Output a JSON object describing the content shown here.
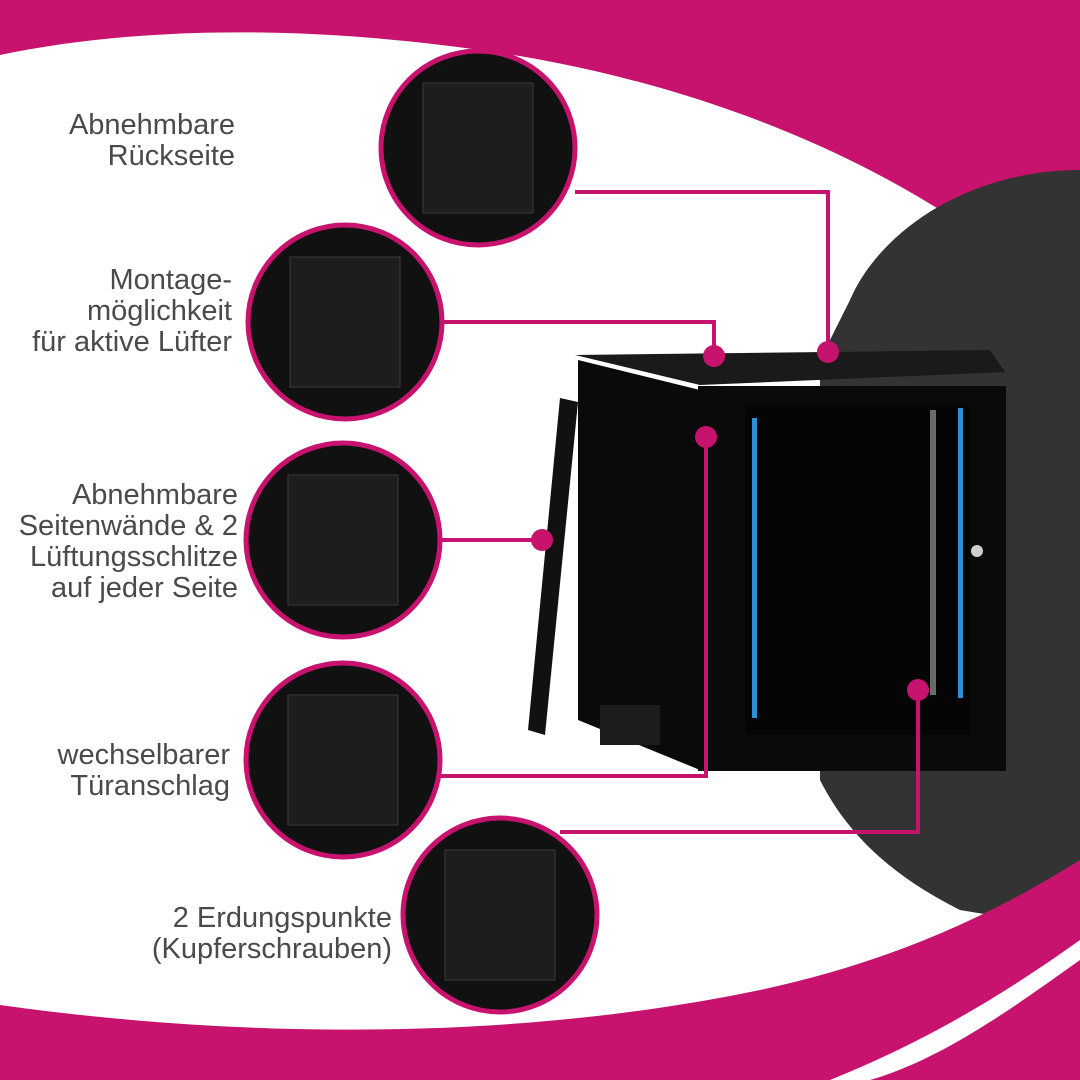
{
  "colors": {
    "accent": "#c8136e",
    "dark": "#333333",
    "label_text": "#4a4a4a",
    "cabinet": "#0a0a0a",
    "rail_blue": "#2f8fd6"
  },
  "features": [
    {
      "id": "rueckseite",
      "lines": [
        "Abnehmbare",
        "Rückseite"
      ],
      "icon": "rear-panel-photo"
    },
    {
      "id": "luefter",
      "lines": [
        "Montage-",
        "möglichkeit",
        "für aktive Lüfter"
      ],
      "icon": "fan-mount-photo"
    },
    {
      "id": "seitenwaende",
      "lines": [
        "Abnehmbare",
        "Seitenwände & 2",
        "Lüftungsschlitze",
        "auf jeder Seite"
      ],
      "icon": "side-panel-photo"
    },
    {
      "id": "tueranschlag",
      "lines": [
        "wechselbarer",
        "Türanschlag"
      ],
      "icon": "door-hinge-photo"
    },
    {
      "id": "erdung",
      "lines": [
        "2 Erdungspunkte",
        "(Kupferschrauben)"
      ],
      "icon": "grounding-photo"
    }
  ]
}
